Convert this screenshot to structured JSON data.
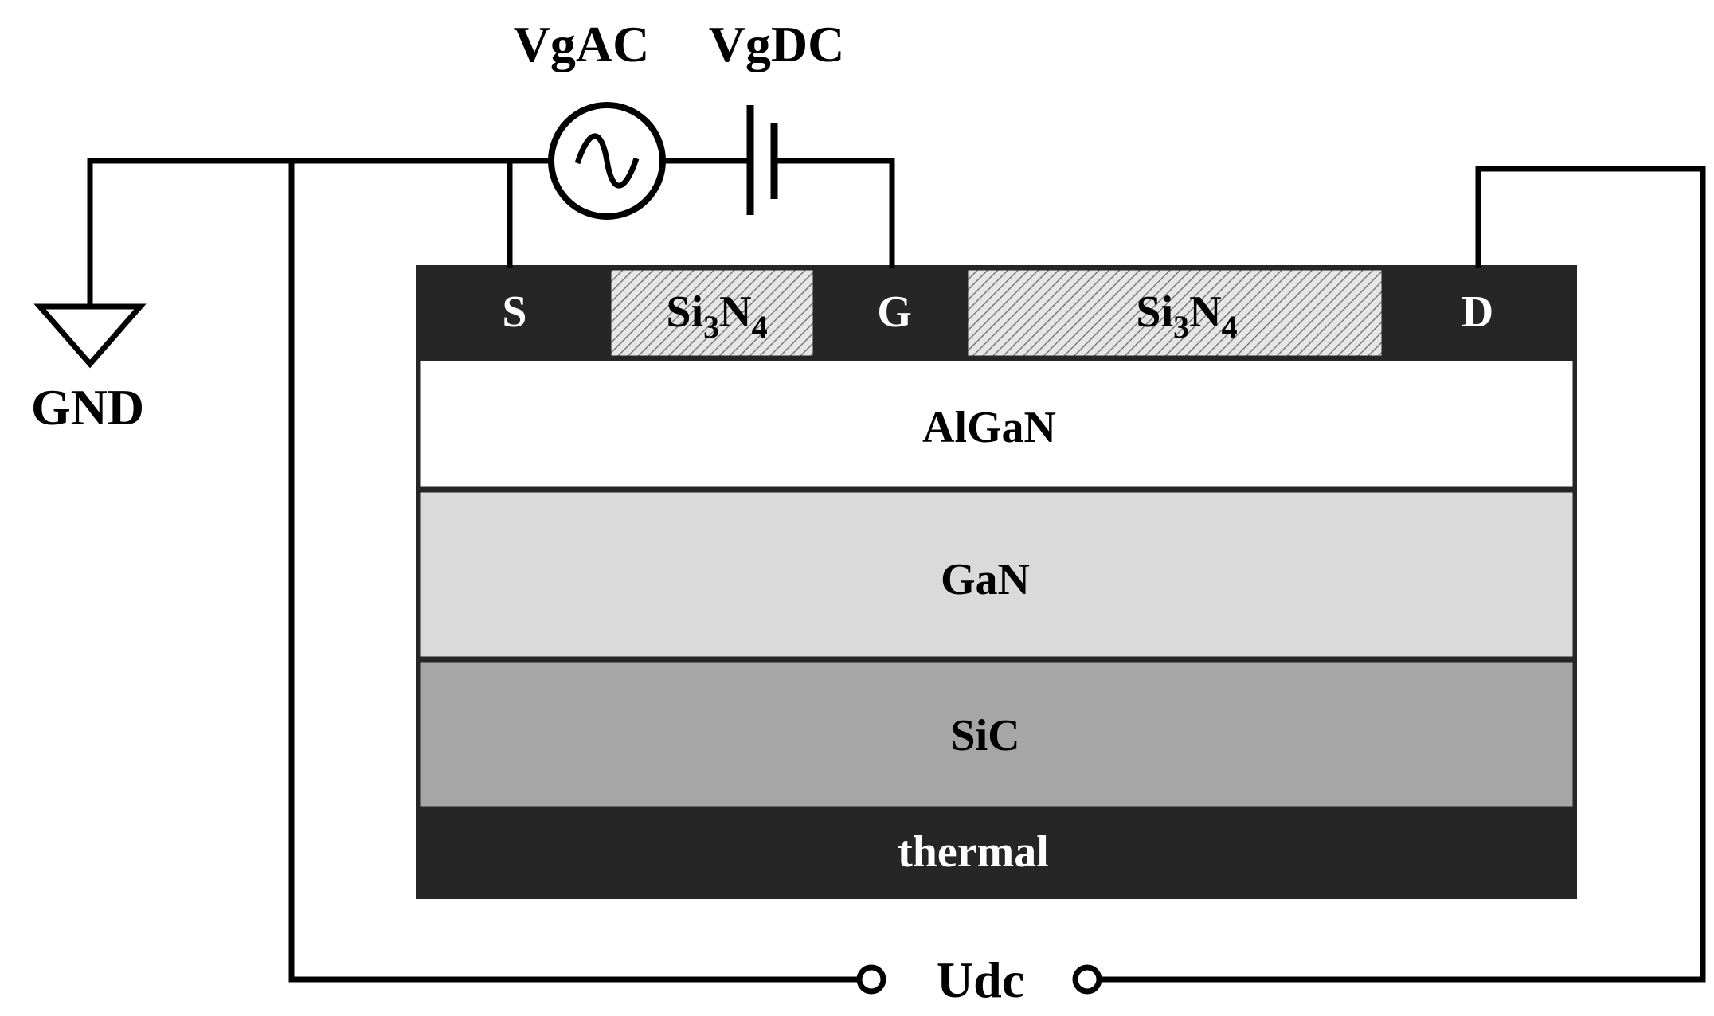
{
  "sources": {
    "ac_label": "VgAC",
    "dc_label": "VgDC"
  },
  "ground": {
    "label": "GND"
  },
  "contacts": {
    "source": "S",
    "gate": "G",
    "drain": "D"
  },
  "passivation": {
    "left": {
      "base": "Si",
      "sub1": "3",
      "mid": "N",
      "sub2": "4"
    },
    "right": {
      "base": "Si",
      "sub1": "3",
      "mid": "N",
      "sub2": "4"
    }
  },
  "layers": {
    "algan": "AlGaN",
    "gan": "GaN",
    "sic": "SiC",
    "thermal": "thermal"
  },
  "terminals": {
    "label": "Udc"
  },
  "colors": {
    "electrode": "#262626",
    "passivation_fill": "#d8d8d8",
    "algan_fill": "#ffffff",
    "gan_fill": "#dadada",
    "sic_fill": "#a6a6a6",
    "thermal_fill": "#262626",
    "wire": "#000000"
  }
}
